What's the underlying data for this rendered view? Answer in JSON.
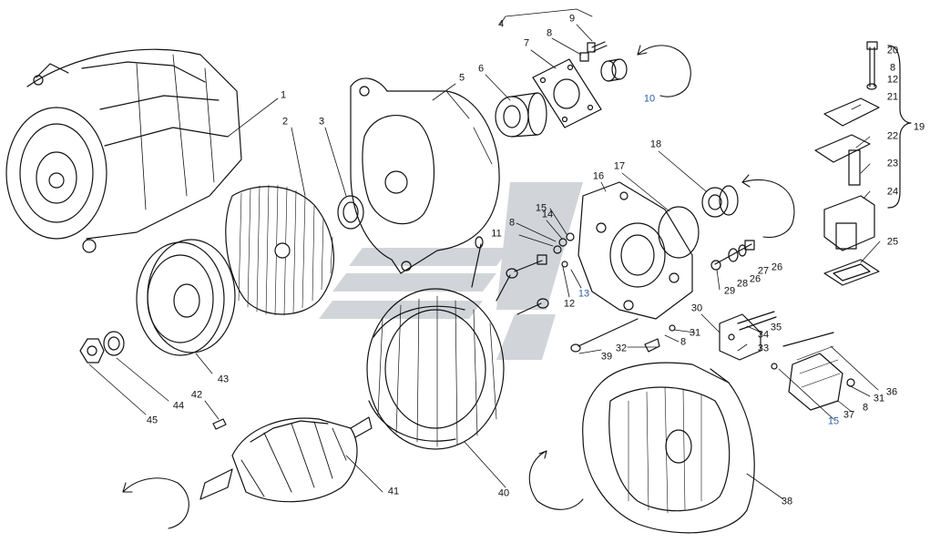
{
  "callouts": [
    {
      "id": "1",
      "text": "1",
      "color": "dark"
    },
    {
      "id": "2",
      "text": "2",
      "color": "dark"
    },
    {
      "id": "3",
      "text": "3",
      "color": "dark"
    },
    {
      "id": "4",
      "text": "4",
      "color": "dark"
    },
    {
      "id": "5",
      "text": "5",
      "color": "dark"
    },
    {
      "id": "6",
      "text": "6",
      "color": "dark"
    },
    {
      "id": "7",
      "text": "7",
      "color": "dark"
    },
    {
      "id": "8a",
      "text": "8",
      "color": "dark"
    },
    {
      "id": "9",
      "text": "9",
      "color": "dark"
    },
    {
      "id": "10",
      "text": "10",
      "color": "blue"
    },
    {
      "id": "11",
      "text": "11",
      "color": "dark"
    },
    {
      "id": "8b",
      "text": "8",
      "color": "dark"
    },
    {
      "id": "12a",
      "text": "12",
      "color": "dark"
    },
    {
      "id": "13",
      "text": "13",
      "color": "blue"
    },
    {
      "id": "14",
      "text": "14",
      "color": "dark"
    },
    {
      "id": "15a",
      "text": "15",
      "color": "dark"
    },
    {
      "id": "16",
      "text": "16",
      "color": "dark"
    },
    {
      "id": "17",
      "text": "17",
      "color": "dark"
    },
    {
      "id": "18",
      "text": "18",
      "color": "dark"
    },
    {
      "id": "19",
      "text": "19",
      "color": "dark"
    },
    {
      "id": "20",
      "text": "20",
      "color": "dark"
    },
    {
      "id": "8c",
      "text": "8",
      "color": "dark"
    },
    {
      "id": "12b",
      "text": "12",
      "color": "dark"
    },
    {
      "id": "21",
      "text": "21",
      "color": "dark"
    },
    {
      "id": "22",
      "text": "22",
      "color": "dark"
    },
    {
      "id": "23",
      "text": "23",
      "color": "dark"
    },
    {
      "id": "24",
      "text": "24",
      "color": "dark"
    },
    {
      "id": "25",
      "text": "25",
      "color": "dark"
    },
    {
      "id": "26a",
      "text": "26",
      "color": "dark"
    },
    {
      "id": "27",
      "text": "27",
      "color": "dark"
    },
    {
      "id": "26b",
      "text": "26",
      "color": "dark"
    },
    {
      "id": "28",
      "text": "28",
      "color": "dark"
    },
    {
      "id": "29",
      "text": "29",
      "color": "dark"
    },
    {
      "id": "30",
      "text": "30",
      "color": "dark"
    },
    {
      "id": "31a",
      "text": "31",
      "color": "dark"
    },
    {
      "id": "8d",
      "text": "8",
      "color": "dark"
    },
    {
      "id": "32",
      "text": "32",
      "color": "dark"
    },
    {
      "id": "33",
      "text": "33",
      "color": "dark"
    },
    {
      "id": "34",
      "text": "34",
      "color": "dark"
    },
    {
      "id": "35",
      "text": "35",
      "color": "dark"
    },
    {
      "id": "36",
      "text": "36",
      "color": "dark"
    },
    {
      "id": "31b",
      "text": "31",
      "color": "dark"
    },
    {
      "id": "8e",
      "text": "8",
      "color": "dark"
    },
    {
      "id": "37",
      "text": "37",
      "color": "dark"
    },
    {
      "id": "15b",
      "text": "15",
      "color": "blue"
    },
    {
      "id": "38",
      "text": "38",
      "color": "dark"
    },
    {
      "id": "39",
      "text": "39",
      "color": "dark"
    },
    {
      "id": "40",
      "text": "40",
      "color": "dark"
    },
    {
      "id": "41",
      "text": "41",
      "color": "dark"
    },
    {
      "id": "42",
      "text": "42",
      "color": "dark"
    },
    {
      "id": "43",
      "text": "43",
      "color": "dark"
    },
    {
      "id": "44",
      "text": "44",
      "color": "dark"
    },
    {
      "id": "45",
      "text": "45",
      "color": "dark"
    }
  ],
  "colors": {
    "ink": "#111111",
    "blue_label": "#2a5fa3",
    "watermark": "#c9ced3"
  }
}
